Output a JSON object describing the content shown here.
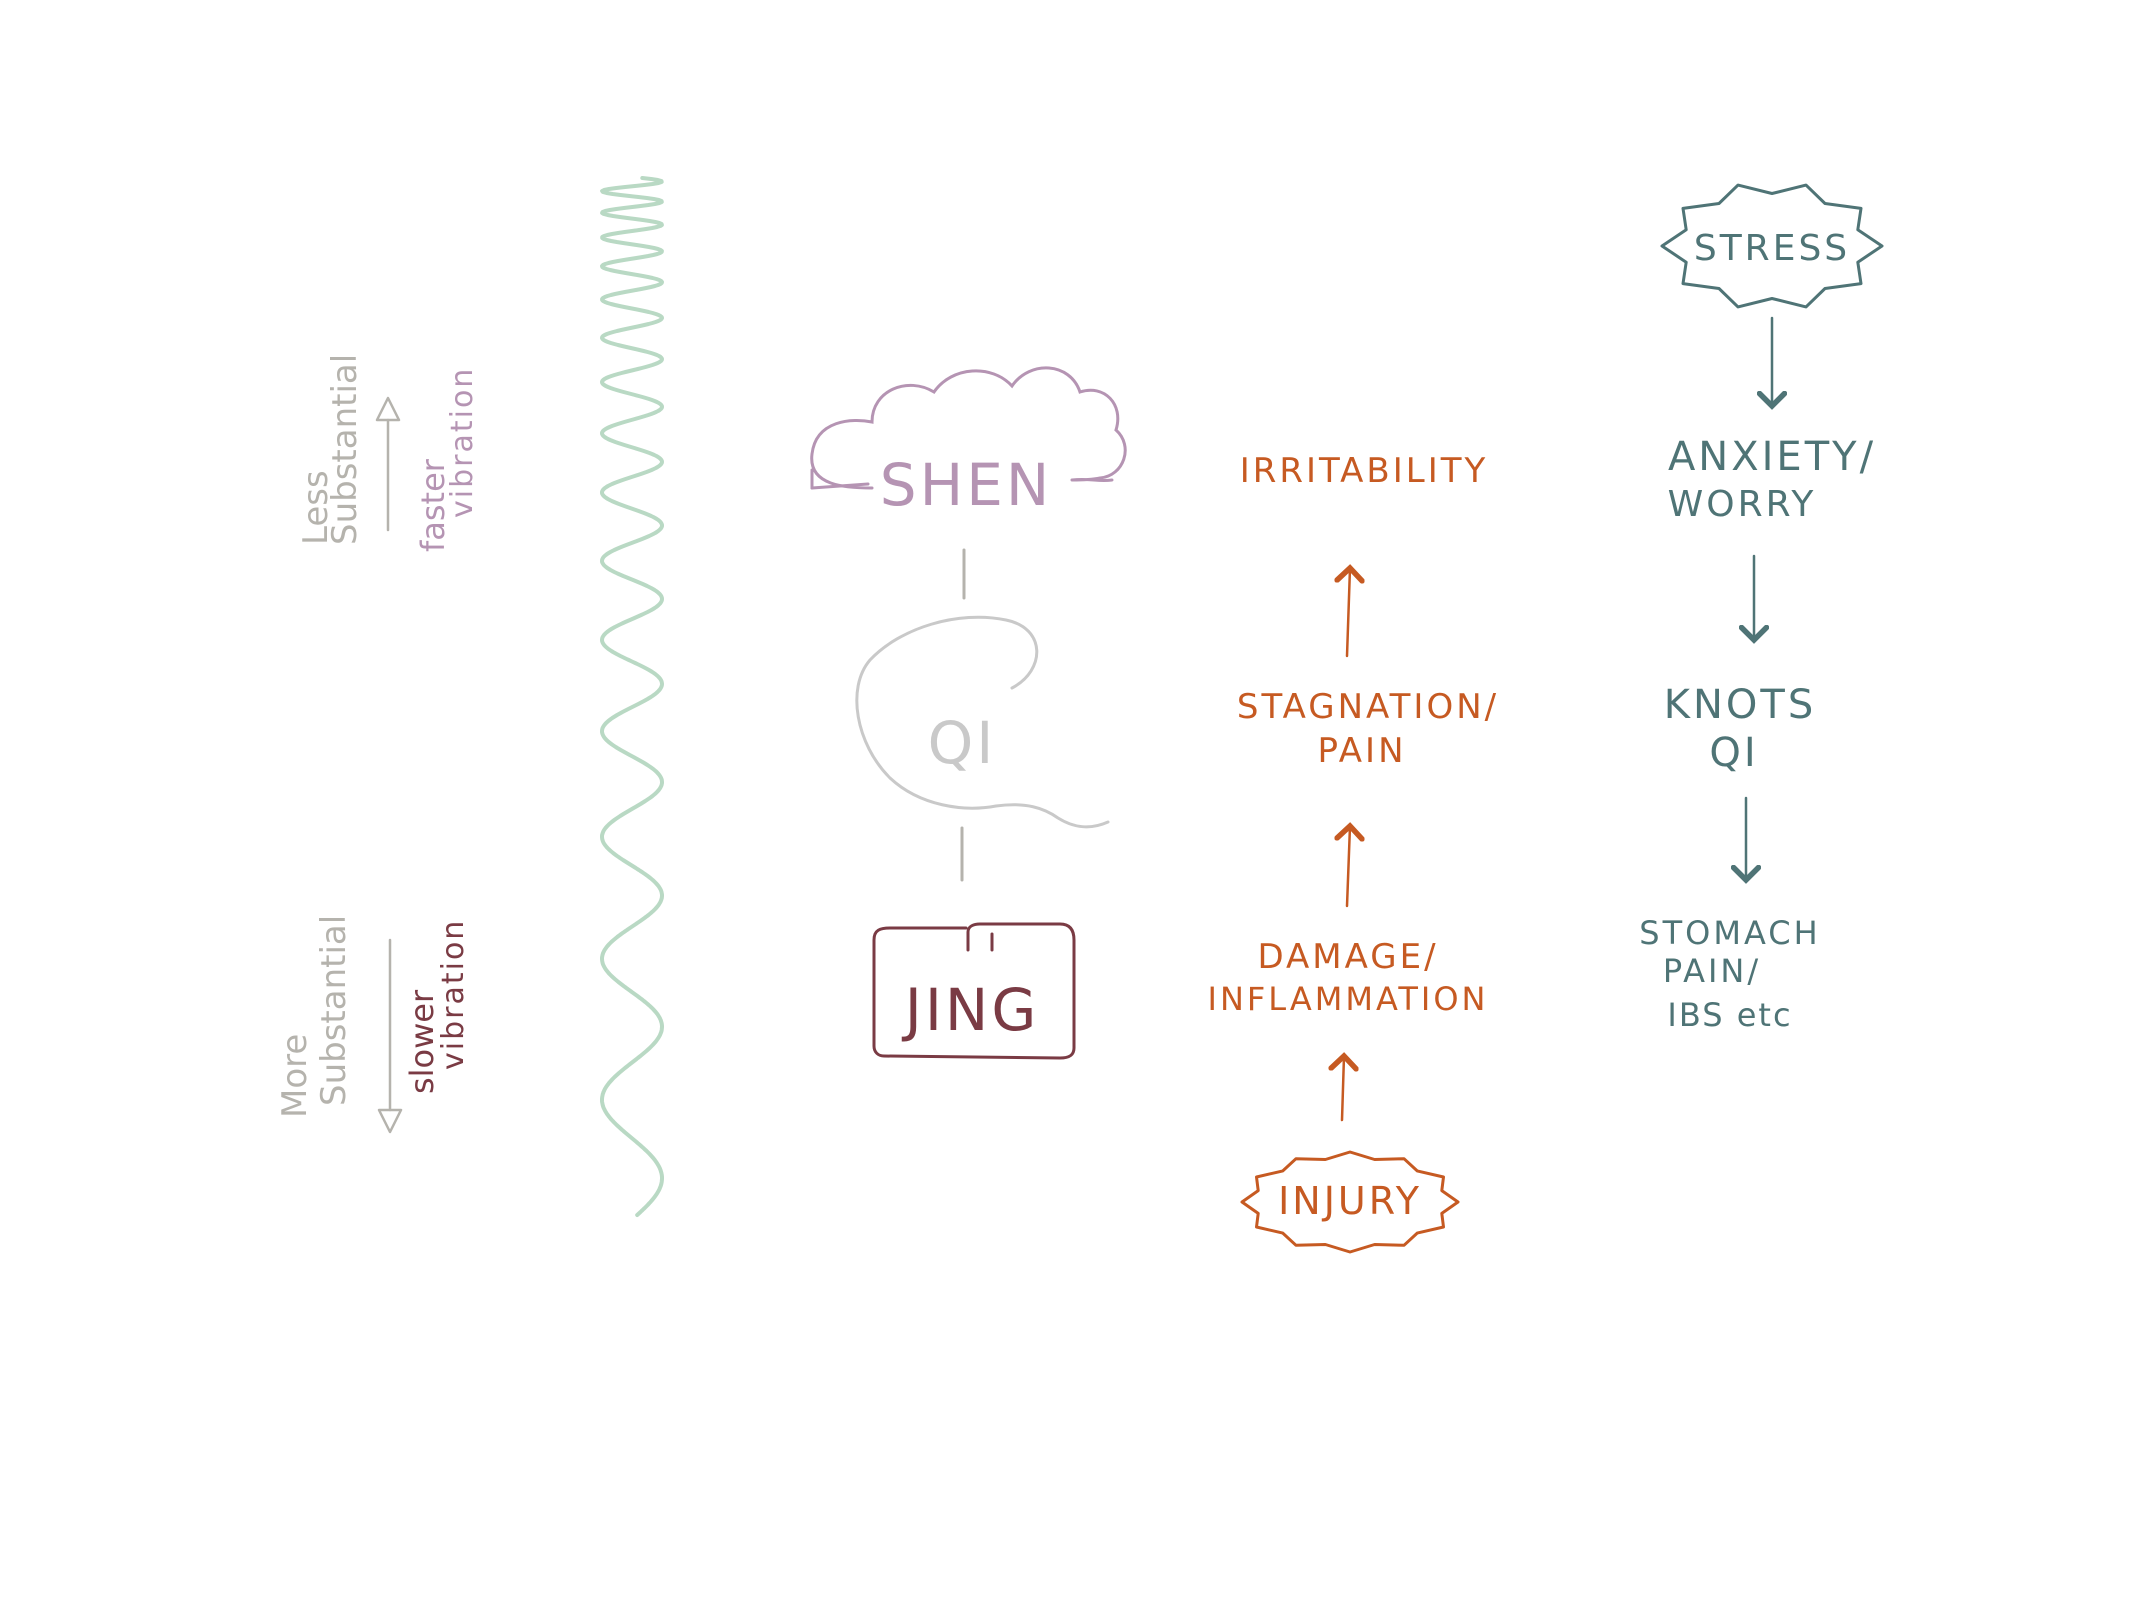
{
  "scale": {
    "less_top_line": "Less",
    "less_bottom_line": "Substantial",
    "faster_line1": "faster",
    "faster_line2": "vibration",
    "more_top_line": "More",
    "more_bottom_line": "Substantial",
    "slower_line1": "slower",
    "slower_line2": "vibration"
  },
  "treasures": {
    "shen": "Shen",
    "qi": "Qi",
    "jing": "Jing"
  },
  "injury_chain": {
    "irritability": "Irritability",
    "stagnation_line1": "Stagnation/",
    "stagnation_line2": "Pain",
    "damage_line1": "Damage/",
    "damage_line2": "Inflammation",
    "injury": "Injury"
  },
  "stress_chain": {
    "stress": "Stress",
    "anxiety_line1": "Anxiety/",
    "anxiety_line2": "Worry",
    "knots_line1": "Knots",
    "knots_line2": "Qi",
    "stomach_line1": "Stomach",
    "stomach_line2": "Pain/",
    "stomach_line3": "IBS etc"
  },
  "colors": {
    "gray": "#b5b3ad",
    "purple": "#b594b3",
    "maroon": "#7a3b44",
    "wave": "#b9d9c4",
    "qi_gray": "#c9c9c9",
    "orange": "#c65a22",
    "teal": "#4f7476"
  }
}
